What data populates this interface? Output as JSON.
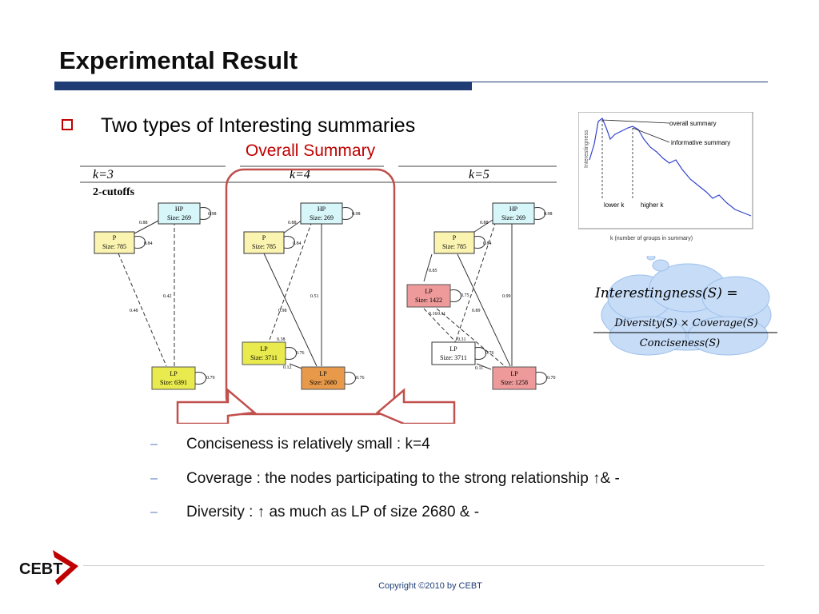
{
  "slide": {
    "title": "Experimental Result",
    "bullet": "Two types of Interesting summaries",
    "highlight_label": "Overall Summary",
    "accent_color": "#c00000",
    "title_bar_color": "#1f3d74"
  },
  "figure": {
    "panels": [
      {
        "k_label": "k=3"
      },
      {
        "k_label": "k=4"
      },
      {
        "k_label": "k=5"
      }
    ],
    "cutoff_label": "2-cutoffs",
    "nodes": [
      {
        "id": "k3_hp",
        "line1": "HP",
        "line2": "Size: 269",
        "self": "0.98",
        "color": "#d7f6fa"
      },
      {
        "id": "k3_p",
        "line1": "P",
        "line2": "Size: 785",
        "self": "0.84",
        "color": "#fbf4b0"
      },
      {
        "id": "k3_lp",
        "line1": "LP",
        "line2": "Size: 6391",
        "self": "0.79",
        "color": "#e9ea4e"
      },
      {
        "id": "k4_hp",
        "line1": "HP",
        "line2": "Size: 269",
        "self": "0.98",
        "color": "#d7f6fa"
      },
      {
        "id": "k4_p",
        "line1": "P",
        "line2": "Size: 785",
        "self": "0.84",
        "color": "#fbf4b0"
      },
      {
        "id": "k4_lp1",
        "line1": "LP",
        "line2": "Size: 3711",
        "self": "0.76",
        "color": "#e9ea4e"
      },
      {
        "id": "k4_lp2",
        "line1": "LP",
        "line2": "Size: 2680",
        "self": "0.76",
        "color": "#e89a4a"
      },
      {
        "id": "k5_hp",
        "line1": "HP",
        "line2": "Size: 269",
        "self": "0.98",
        "color": "#d7f6fa"
      },
      {
        "id": "k5_p",
        "line1": "P",
        "line2": "Size: 785",
        "self": "0.84",
        "color": "#fbf4b0"
      },
      {
        "id": "k5_lpa",
        "line1": "LP",
        "line2": "Size: 1422",
        "self": "0.75",
        "color": "#ef9a9a"
      },
      {
        "id": "k5_lpb",
        "line1": "LP",
        "line2": "Size: 3711",
        "self": "0.76",
        "color": "#ffffff"
      },
      {
        "id": "k5_lpc",
        "line1": "LP",
        "line2": "Size: 1258",
        "self": "0.70",
        "color": "#ef9a9a"
      }
    ],
    "edge_labels": {
      "k3_hp_p": "0.88",
      "k3_hp_lp": "0.42",
      "k3_p_lp": "0.48",
      "k4_hp_p": "0.88",
      "k4_hp_lp2": "0.51",
      "k4_p_lp1": "0.38",
      "k4_p_lp2": "0.98",
      "k4_lp1_lp2": "0.12",
      "k5_hp_p": "0.88",
      "k5_p_lpa": "0.85",
      "k5_hp_lpc": "0.99",
      "k5_p_lpc": "0.89",
      "k5_lpa_lpb": "0.16",
      "k5_lpa_lpb2": "0.11",
      "k5_lpb_lpc": "0.31",
      "k5_lpb_lpc2": "0.11"
    }
  },
  "side_chart": {
    "ylabel": "Interestingness",
    "xlabel": "k (number of groups in summary)",
    "legend_overall": "overall summary",
    "legend_informative": "informative summary",
    "lower_k": "lower k",
    "higher_k": "higher k",
    "line_color": "#3344cc"
  },
  "formula": {
    "lhs": "Interestingness(S) =",
    "numerator": "Diversity(S) × Coverage(S)",
    "denominator": "Conciseness(S)",
    "cloud_color": "#c6dcf7"
  },
  "subpoints": [
    {
      "dash": "–",
      "text": "Conciseness is relatively small : k=4"
    },
    {
      "dash": "–",
      "text": "Coverage : the nodes participating to the strong relationship  ↑& -"
    },
    {
      "dash": "–",
      "text": "Diversity :  ↑  as much as LP of size 2680 & -"
    }
  ],
  "footer": {
    "logo": "CEBT",
    "copyright": "Copyright ©2010 by CEBT"
  }
}
